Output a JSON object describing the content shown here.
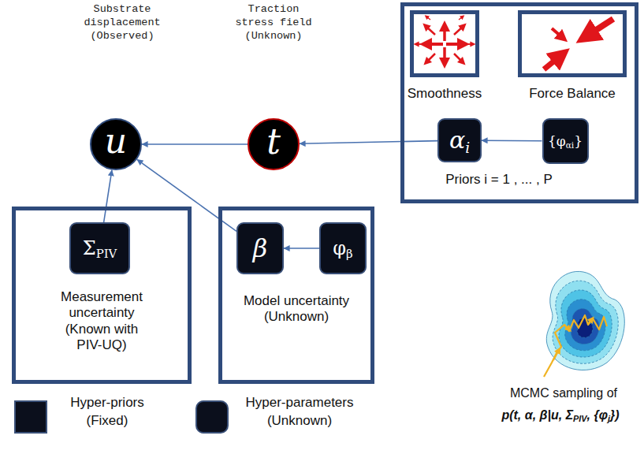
{
  "diagram": {
    "nodes": [
      {
        "text": [
          "u"
        ]
      },
      {
        "text": [
          "t"
        ]
      },
      {
        "text": [
          "Priors i = 1 , ... , P"
        ]
      },
      {
        "text": [
          "Smoothness"
        ],
        "in": 2
      },
      {
        "text": [
          "Force Balance"
        ],
        "in": 2
      },
      {
        "text": [
          "αi"
        ],
        "in": 2
      },
      {
        "text": [
          "{φαi}"
        ],
        "in": 2
      },
      {
        "text": [
          "Measurement uncertainty (Known with PIV-UQ)"
        ]
      },
      {
        "text": [
          "ΣPIV"
        ],
        "in": 7
      },
      {
        "text": [
          "Model uncertainty (Unknown)"
        ]
      },
      {
        "text": [
          "β"
        ],
        "in": 9
      },
      {
        "text": [
          "φβ"
        ],
        "in": 9
      }
    ],
    "edges": [
      {
        "from": 1,
        "to": 0,
        "arrow": "to"
      },
      {
        "from": 5,
        "to": 1,
        "arrow": "to"
      },
      {
        "from": 6,
        "to": 5,
        "arrow": "to"
      },
      {
        "from": 8,
        "to": 0,
        "arrow": "to"
      },
      {
        "from": 10,
        "to": 0,
        "arrow": "to"
      },
      {
        "from": 11,
        "to": 10,
        "arrow": "to"
      }
    ],
    "labels": [
      "Substrate displacement (Observed)",
      "Traction stress field (Unknown)",
      "MCMC sampling of",
      "p(t, α, β|u, ΣPIV, {φj})"
    ],
    "legend": [
      {
        "text": "Hyper-priors (Fixed)",
        "color": "#0b0f1c"
      },
      {
        "text": "Hyper-parameters (Unknown)",
        "color": "#0b0f1c"
      }
    ]
  }
}
